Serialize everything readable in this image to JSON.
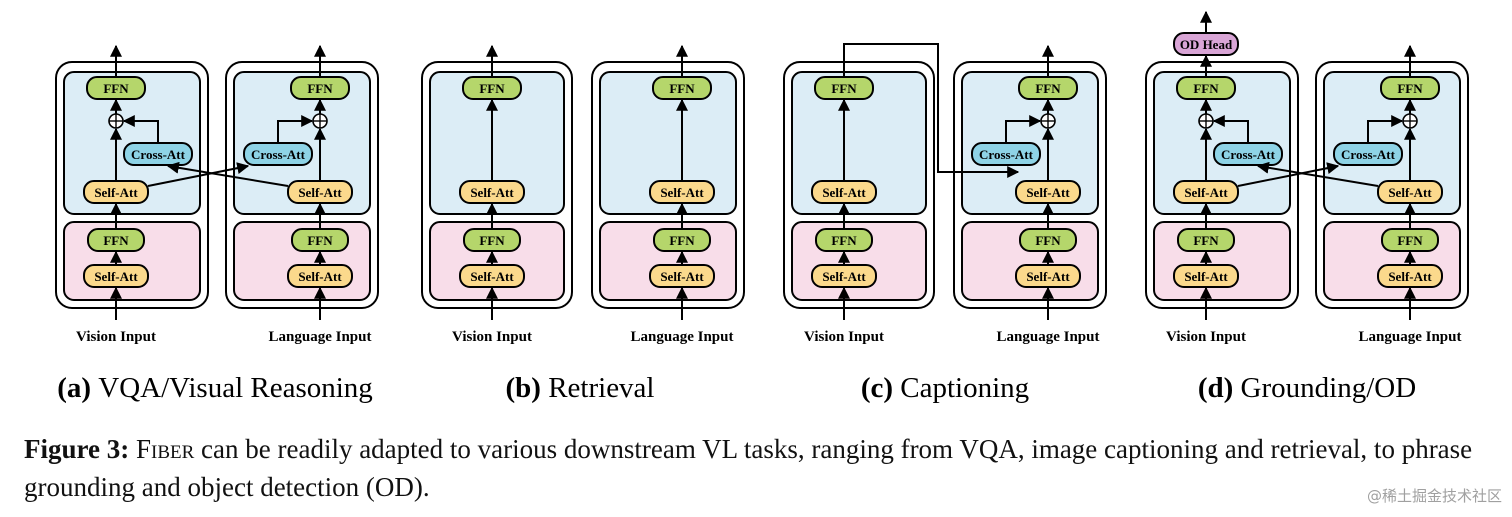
{
  "labels": {
    "ffn": "FFN",
    "self_att": "Self-Att",
    "cross_att": "Cross-Att",
    "od_head": "OD Head",
    "vision_input": "Vision Input",
    "language_input": "Language Input"
  },
  "panels": [
    {
      "id": "a",
      "tag": "(a)",
      "name": "VQA/Visual Reasoning"
    },
    {
      "id": "b",
      "tag": "(b)",
      "name": "Retrieval"
    },
    {
      "id": "c",
      "tag": "(c)",
      "name": "Captioning"
    },
    {
      "id": "d",
      "tag": "(d)",
      "name": "Grounding/OD"
    }
  ],
  "figure_caption": {
    "label": "Figure 3:",
    "brand": "Fiber",
    "text": "can be readily adapted to various downstream VL tasks, ranging from VQA, image captioning and retrieval, to phrase grounding and object detection (OD)."
  },
  "watermark": "@稀土掘金技术社区",
  "colors": {
    "fusion_bg": "#dcedf6",
    "backbone_bg": "#f8dde9",
    "ffn": "#b5d66b",
    "self_att": "#fbd98c",
    "cross_att": "#8ed3e6",
    "od_head": "#d9a5d6"
  }
}
